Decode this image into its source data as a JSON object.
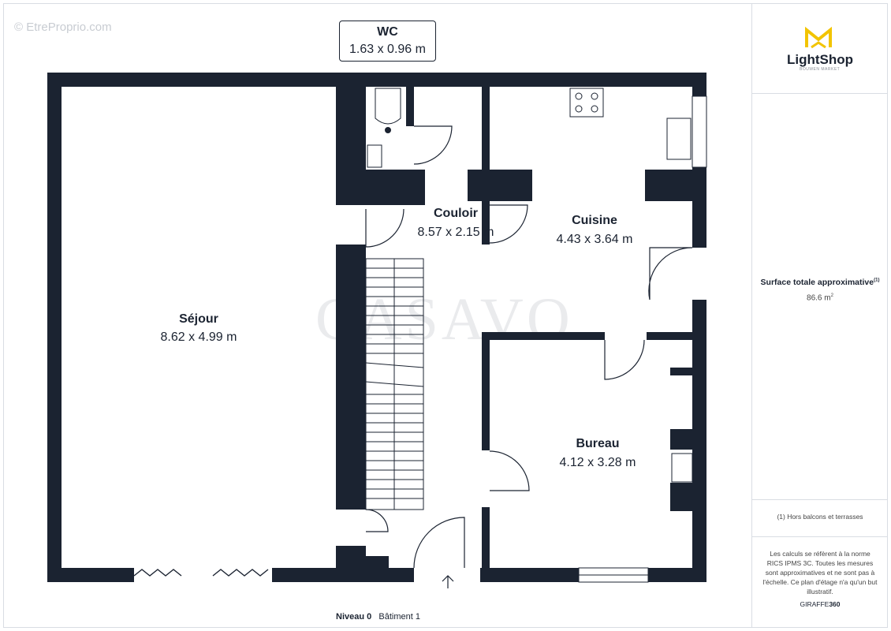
{
  "watermark_top": "© EtreProprio.com",
  "watermark_center": "CASAVO",
  "rooms": {
    "wc": {
      "name": "WC",
      "dims": "1.63 x 0.96 m"
    },
    "couloir": {
      "name": "Couloir",
      "dims": "8.57 x 2.15 m"
    },
    "cuisine": {
      "name": "Cuisine",
      "dims": "4.43 x 3.64 m"
    },
    "sejour": {
      "name": "Séjour",
      "dims": "8.62 x 4.99 m"
    },
    "bureau": {
      "name": "Bureau",
      "dims": "4.12 x 3.28 m"
    }
  },
  "footer": {
    "level": "Niveau 0",
    "building": "Bâtiment 1"
  },
  "sidebar": {
    "logo_text": "LightShop",
    "logo_sub": "BOUWEN MARKET",
    "area_label": "Surface totale approximative",
    "area_footnote_mark": "(1)",
    "area_value": "86.6 m",
    "area_unit_sup": "2",
    "note_footnote": "(1) Hors balcons et terrasses",
    "note_rics": "Les calculs se réfèrent à la norme RICS IPMS 3C. Toutes les mesures sont approximatives et ne sont pas à l'échelle. Ce plan d'étage n'a qu'un but illustratif.",
    "brand_prefix": "GIRAFFE",
    "brand_suffix": "360"
  },
  "colors": {
    "wall": "#1b2331",
    "accent_logo": "#f2c400",
    "line": "#1b2331"
  }
}
